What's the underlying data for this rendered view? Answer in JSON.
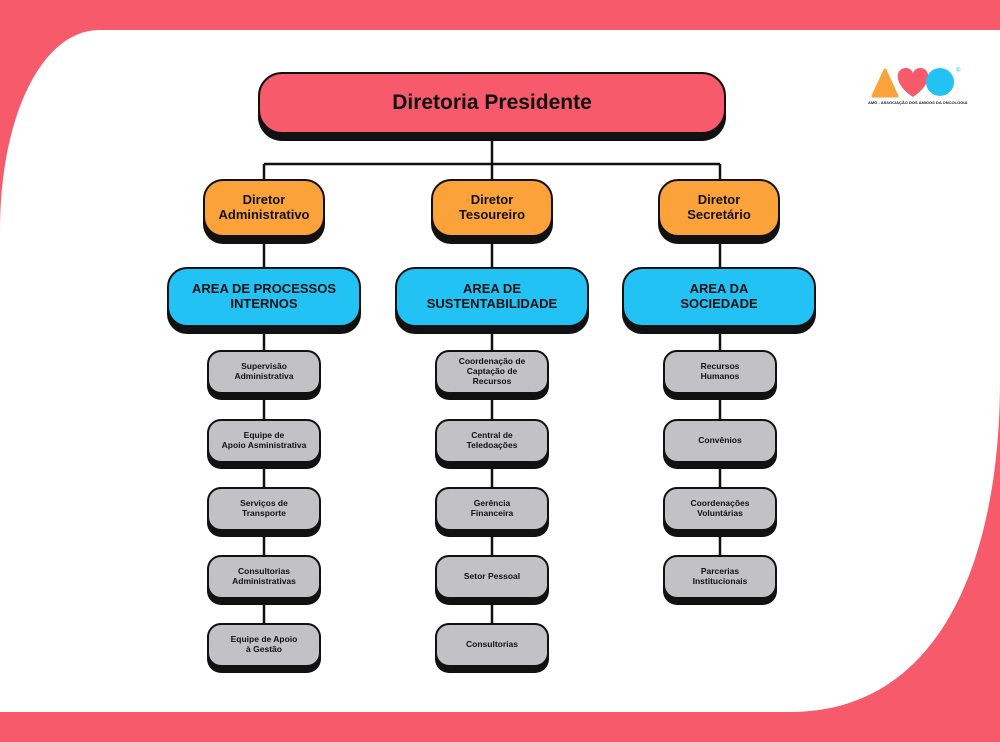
{
  "colors": {
    "background": "#f65a6b",
    "panel": "#ffffff",
    "top_box": "#f65a6b",
    "director_box": "#fba33a",
    "area_box": "#22c3f4",
    "sub_box": "#c2c2c4",
    "outline": "#111111",
    "logo_triangle": "#fba33a",
    "logo_heart": "#f65a6b",
    "logo_circle": "#22c3f4"
  },
  "logo": {
    "caption": "AMO - ASSOCIAÇÃO DOS AMIGOS DA ONCOLOGIA",
    "registered_mark": "®",
    "icons": [
      "triangle-icon",
      "heart-icon",
      "circle-icon"
    ]
  },
  "org": {
    "top": "Diretoria Presidente",
    "columns": [
      {
        "director": "Diretor\nAdministrativo",
        "area": "AREA DE PROCESSOS\nINTERNOS",
        "items": [
          "Supervisão\nAdministrativa",
          "Equipe de\nApoio Asministrativa",
          "Serviços de\nTransporte",
          "Consultorias\nAdministrativas",
          "Equipe de Apoio\nà Gestão"
        ]
      },
      {
        "director": "Diretor\nTesoureiro",
        "area": "AREA DE\nSUSTENTABILIDADE",
        "items": [
          "Coordenação de\nCaptação de\nRecursos",
          "Central de\nTeledoações",
          "Gerência\nFinanceira",
          "Setor Pessoal",
          "Consultorias"
        ]
      },
      {
        "director": "Diretor\nSecretário",
        "area": "AREA DA\nSOCIEDADE",
        "items": [
          "Recursos\nHumanos",
          "Convênios",
          "Coordenações\nVoluntárias",
          "Parcerias\nInstitucionais"
        ]
      }
    ]
  }
}
